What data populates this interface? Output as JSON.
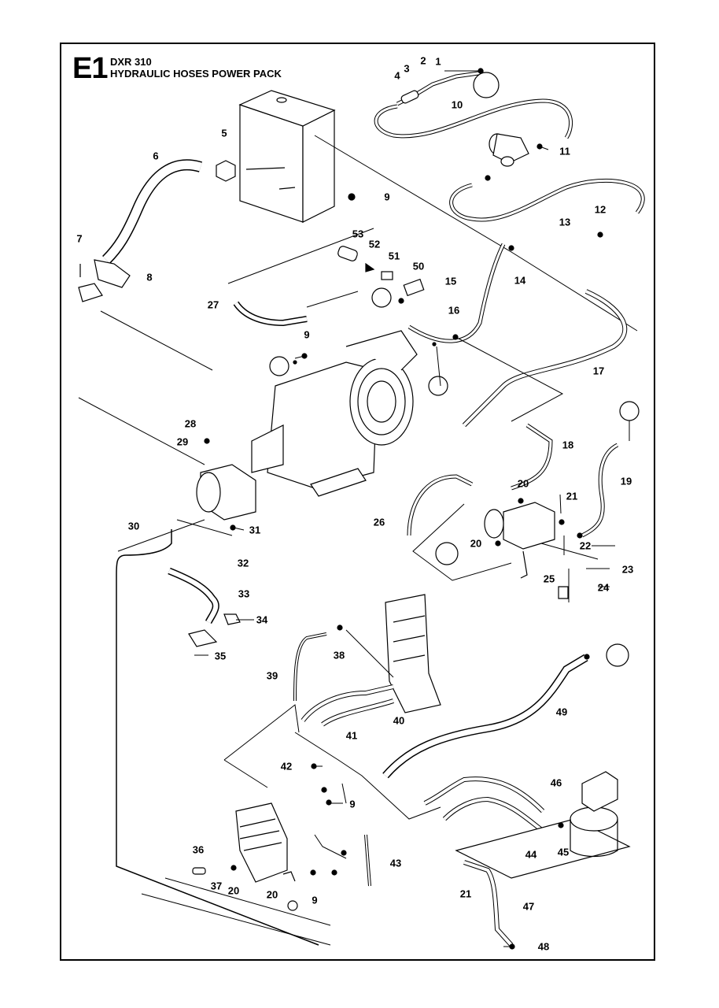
{
  "header": {
    "section": "E1",
    "model": "DXR 310",
    "title": "HYDRAULIC HOSES POWER PACK"
  },
  "callouts": [
    "1",
    "2",
    "3",
    "4",
    "5",
    "6",
    "7",
    "8",
    "9",
    "10",
    "11",
    "12",
    "13",
    "14",
    "15",
    "16",
    "17",
    "18",
    "19",
    "20",
    "21",
    "22",
    "23",
    "24",
    "25",
    "26",
    "27",
    "28",
    "29",
    "30",
    "31",
    "32",
    "33",
    "34",
    "35",
    "36",
    "37",
    "38",
    "39",
    "40",
    "41",
    "42",
    "43",
    "44",
    "45",
    "46",
    "47",
    "48",
    "49",
    "50",
    "51",
    "52",
    "53"
  ],
  "labels": {
    "l1": "1",
    "l2": "2",
    "l3": "3",
    "l4": "4",
    "l5": "5",
    "l6": "6",
    "l7": "7",
    "l8": "8",
    "l9a": "9",
    "l9b": "9",
    "l9c": "9",
    "l9d": "9",
    "l10": "10",
    "l11": "11",
    "l12": "12",
    "l13": "13",
    "l14": "14",
    "l15": "15",
    "l16": "16",
    "l17": "17",
    "l18": "18",
    "l19": "19",
    "l20a": "20",
    "l20b": "20",
    "l20c": "20",
    "l20d": "20",
    "l21a": "21",
    "l21b": "21",
    "l22": "22",
    "l23": "23",
    "l24": "24",
    "l25": "25",
    "l26": "26",
    "l27": "27",
    "l28": "28",
    "l29": "29",
    "l30": "30",
    "l31": "31",
    "l32": "32",
    "l33": "33",
    "l34": "34",
    "l35": "35",
    "l36": "36",
    "l37": "37",
    "l38": "38",
    "l39": "39",
    "l40": "40",
    "l41": "41",
    "l42": "42",
    "l43": "43",
    "l44": "44",
    "l45": "45",
    "l46": "46",
    "l47": "47",
    "l48": "48",
    "l49": "49",
    "l50": "50",
    "l51": "51",
    "l52": "52",
    "l53": "53"
  }
}
